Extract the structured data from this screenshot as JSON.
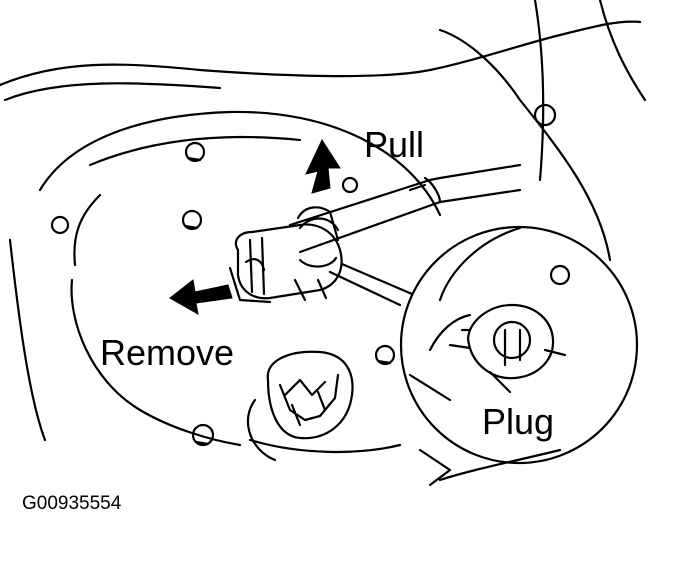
{
  "figure": {
    "labels": {
      "pull": "Pull",
      "remove": "Remove",
      "plug": "Plug"
    },
    "figure_code": "G00935554"
  },
  "colors": {
    "ink": "#000000",
    "paper": "#ffffff"
  }
}
